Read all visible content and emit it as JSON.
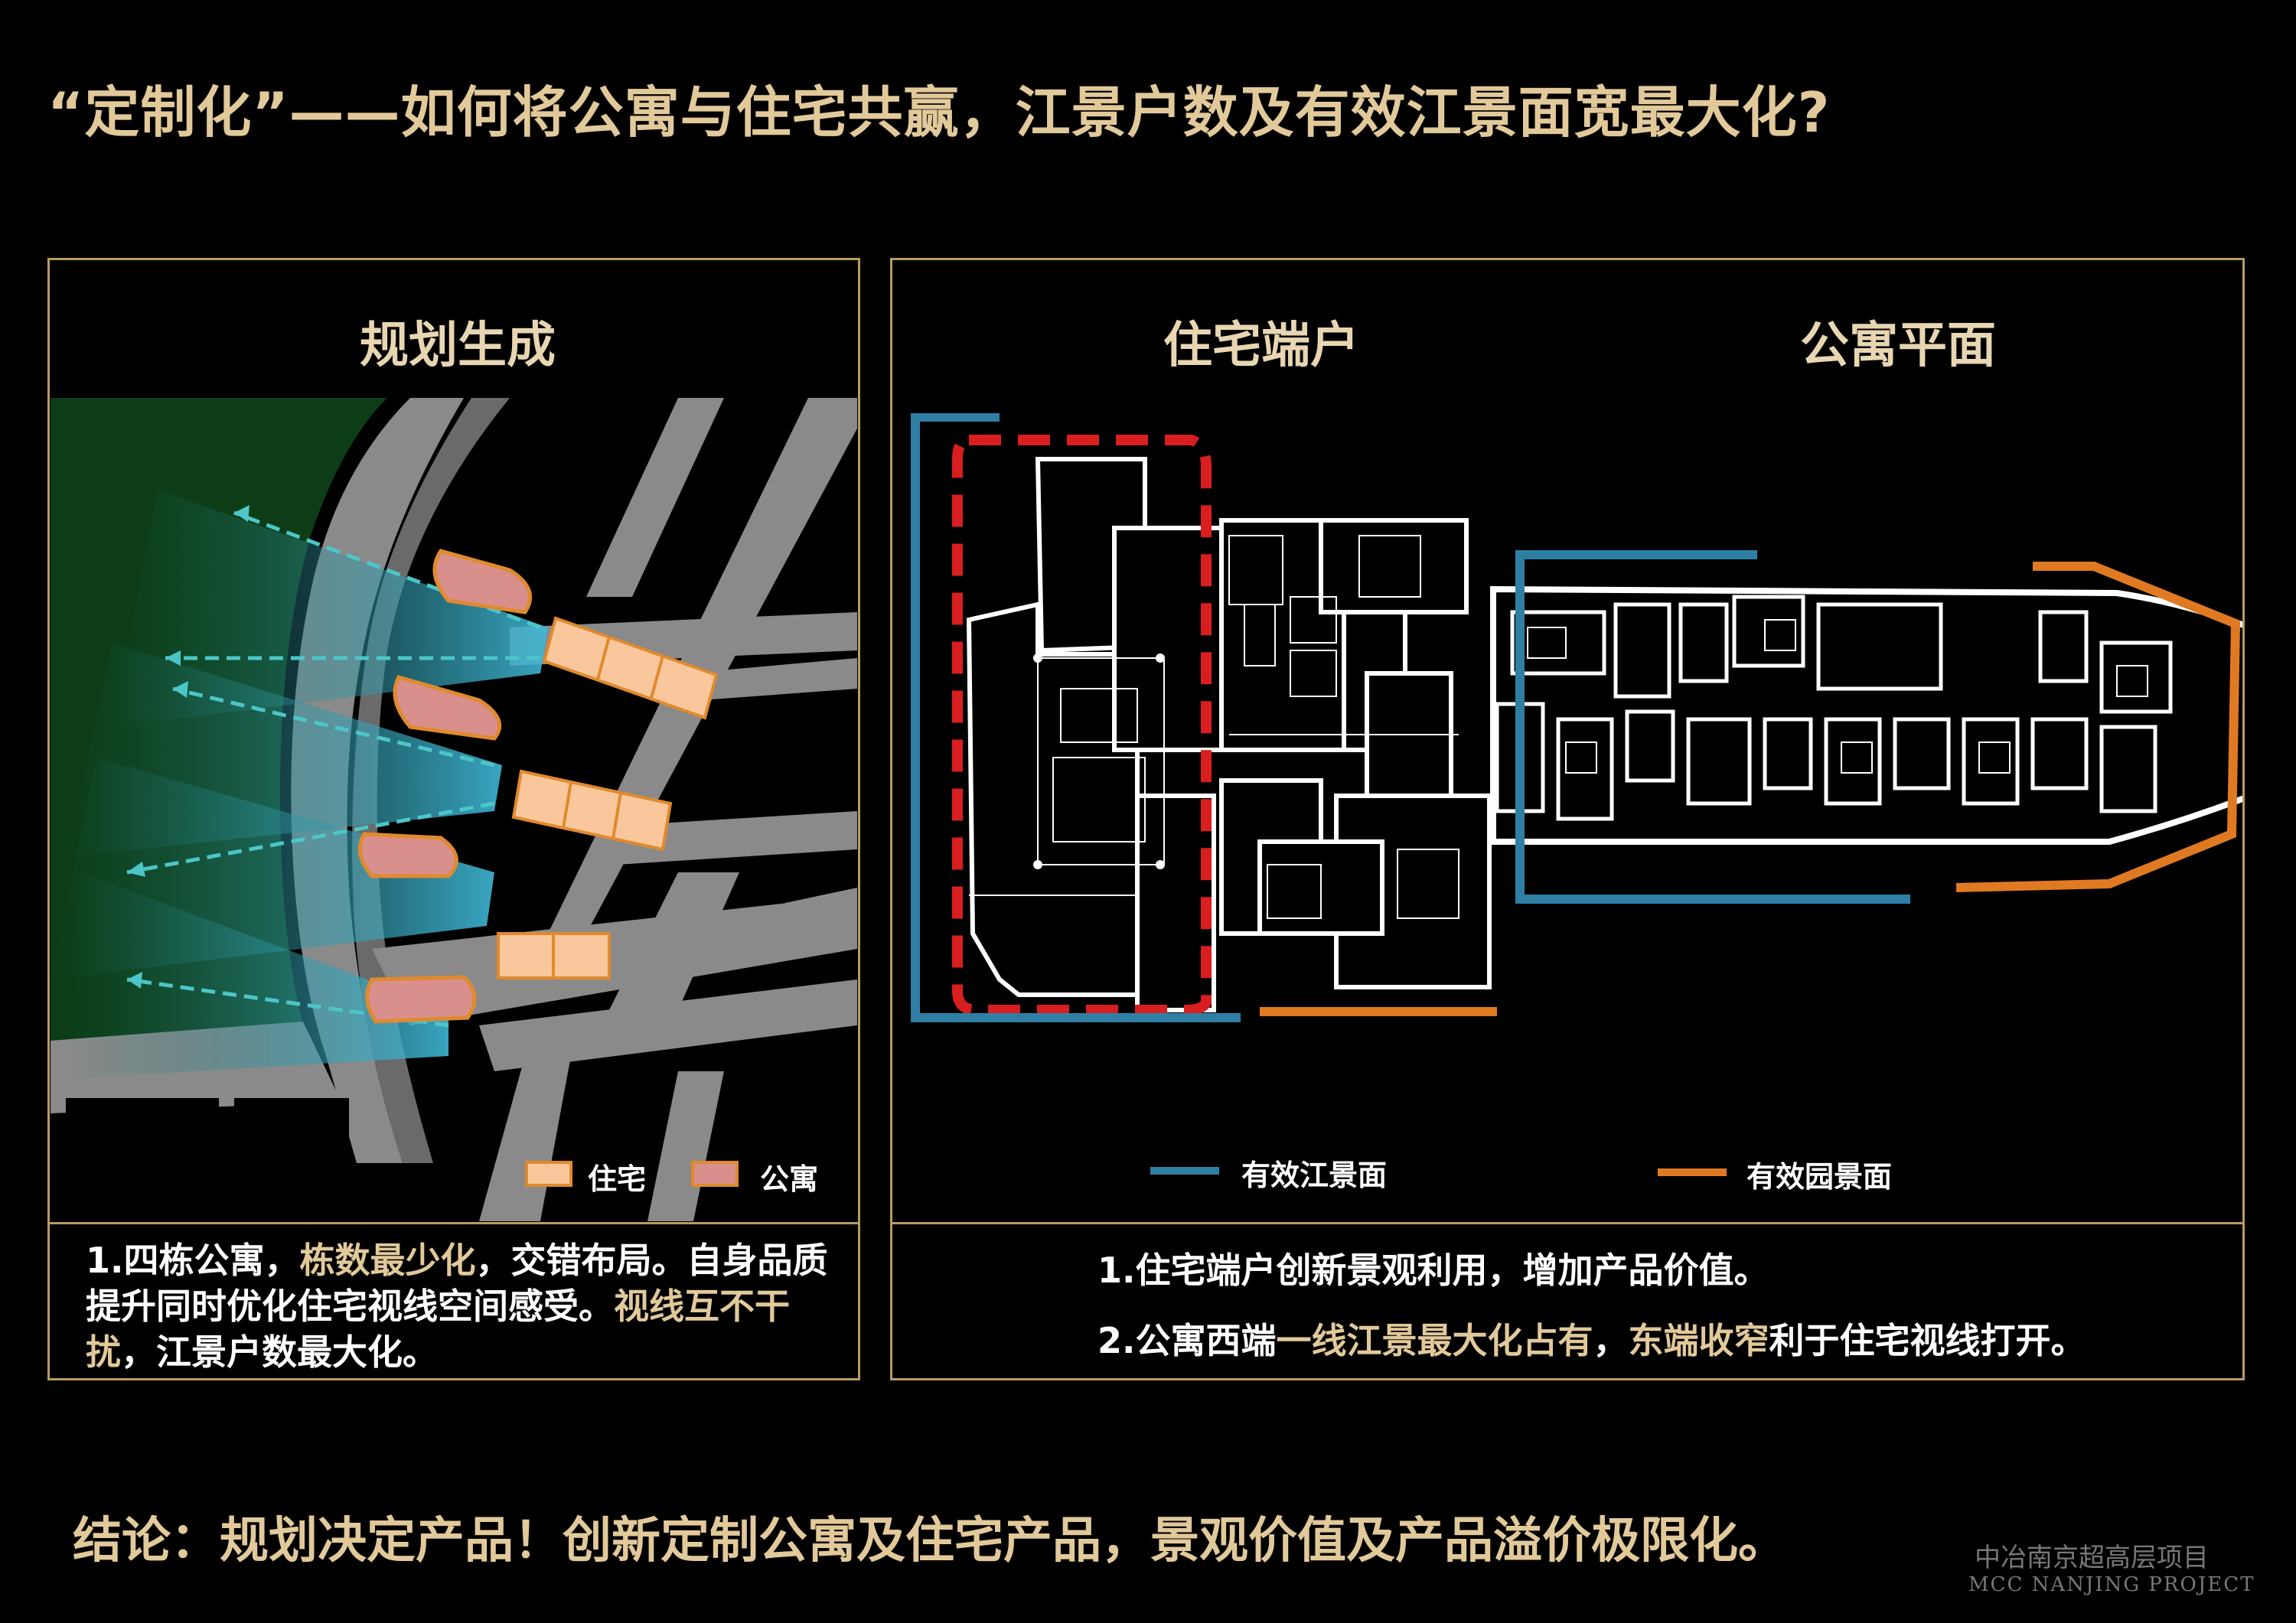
{
  "title": "“定制化”——如何将公寓与住宅共赢，江景户数及有效江景面宽最大化?",
  "left": {
    "heading": "规划生成",
    "legend": [
      {
        "label": "住宅",
        "color": "#f9c79b"
      },
      {
        "label": "公寓",
        "color": "#d9908c"
      }
    ],
    "desc": {
      "p1": "1.四栋公寓，",
      "h1": "栋数最少化",
      "p2": "，交错布局。自身品质提升同时优化住宅视线空间感受。",
      "h2": "视线互不干扰",
      "p3": "，江景户数最大化。"
    }
  },
  "right": {
    "heading_resi": "住宅端户",
    "heading_apt": "公寓平面",
    "legend": [
      {
        "label": "有效江景面",
        "color": "#2f7fa5"
      },
      {
        "label": "有效园景面",
        "color": "#e07a22"
      }
    ],
    "line1": "1.住宅端户创新景观利用，增加产品价值。",
    "line2": {
      "p1": "2.公寓西端",
      "h1": "一线江景最大化占有",
      "p2": "，",
      "h2": "东端收窄",
      "p3": "利于住宅视线打开。"
    }
  },
  "conclusion": "结论：规划决定产品！创新定制公寓及住宅产品，景观价值及产品溢价极限化。",
  "watermark": {
    "cn": "中冶南京超高层项目",
    "en": "MCC NANJING PROJECT"
  },
  "colors": {
    "gold": "#e2c99a",
    "border": "#b89a66",
    "river": "#2f7fa5",
    "garden": "#e07a22"
  }
}
